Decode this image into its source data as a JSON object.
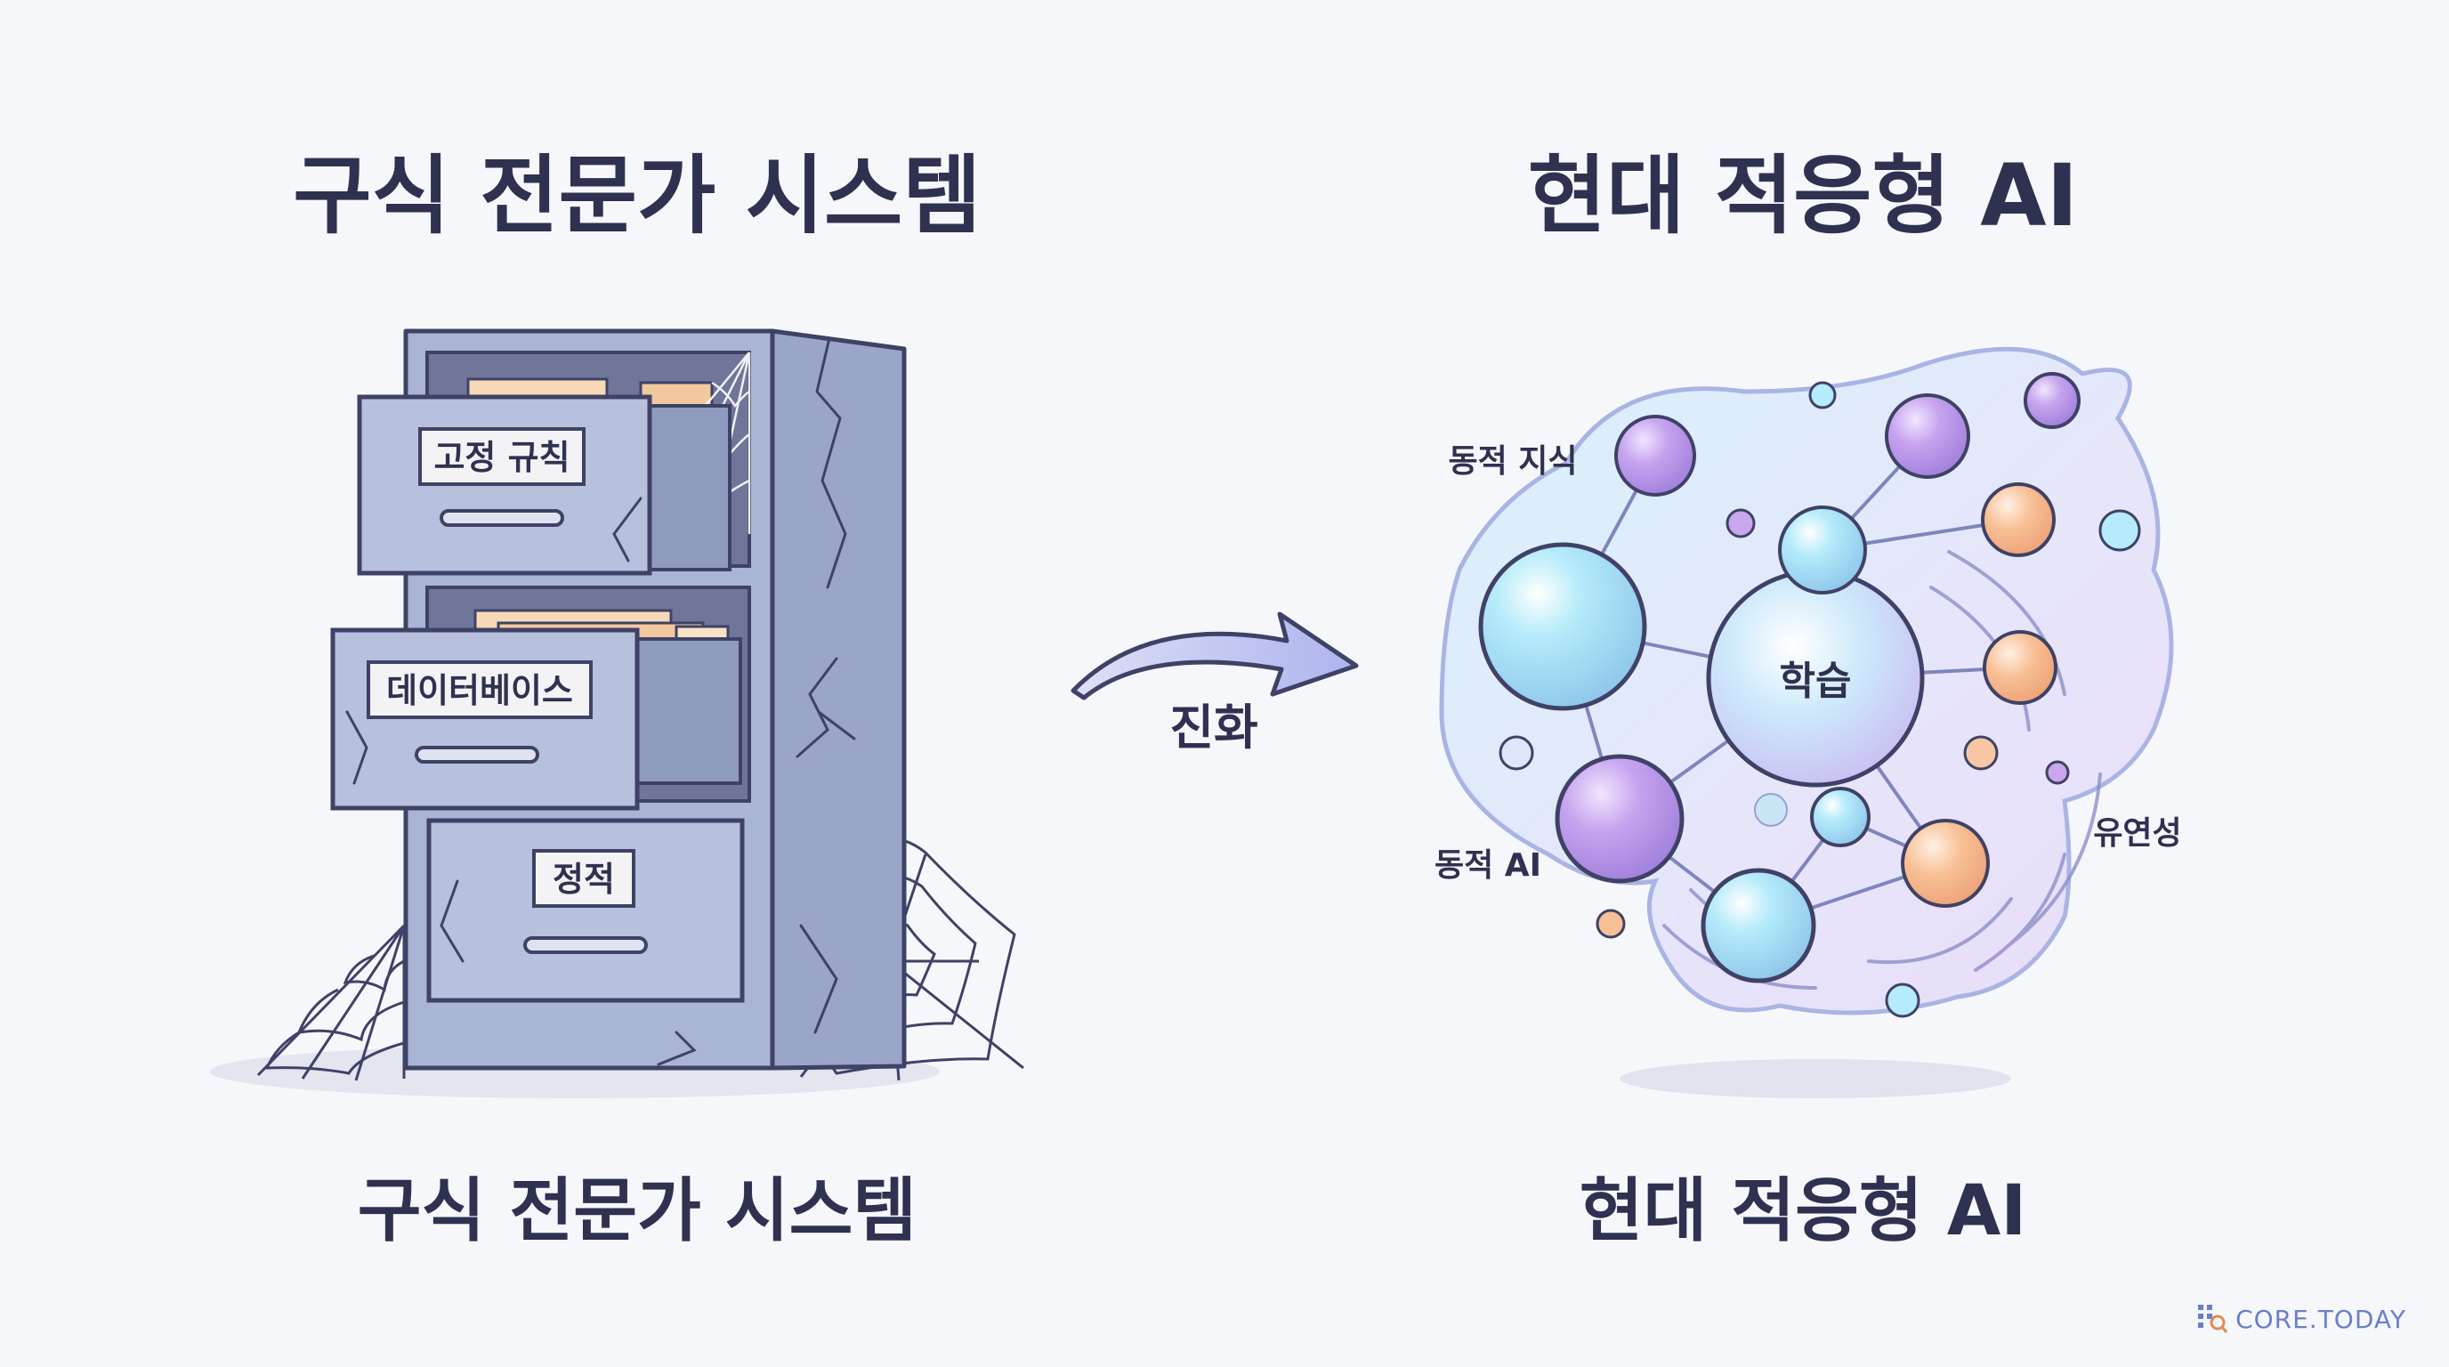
{
  "titles": {
    "left_top": "구식 전문가 시스템",
    "right_top": "현대 적응형 AI",
    "left_bottom": "구식 전문가 시스템",
    "right_bottom": "현대 적응형 AI"
  },
  "cabinet": {
    "drawer_top_label": "고정 규칙",
    "drawer_middle_label": "데이터베이스",
    "drawer_bottom_label": "정적"
  },
  "arrow": {
    "label": "진화"
  },
  "network": {
    "center_label": "학습",
    "label_top_left": "동적 지식",
    "label_bottom_left": "동적 AI",
    "label_right": "유연성"
  },
  "brand": {
    "text": "CORE.TODAY"
  },
  "colors": {
    "cabinet_fill": "#aab4d4",
    "outline": "#3f4266",
    "bubble_blue": "#a9e3f5",
    "bubble_purple": "#c9a6ee",
    "bubble_orange": "#f7b98a",
    "blob": "#dfe6fb"
  }
}
